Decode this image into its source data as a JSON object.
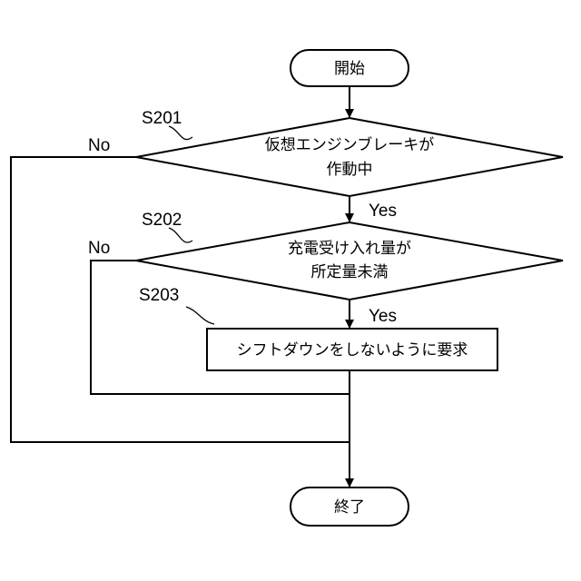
{
  "flowchart": {
    "start": {
      "label": "開始"
    },
    "end": {
      "label": "終了"
    },
    "decision1": {
      "step": "S201",
      "line1": "仮想エンジンブレーキが",
      "line2": "作動中",
      "yes": "Yes",
      "no": "No"
    },
    "decision2": {
      "step": "S202",
      "line1": "充電受け入れ量が",
      "line2": "所定量未満",
      "yes": "Yes",
      "no": "No"
    },
    "process1": {
      "step": "S203",
      "label": "シフトダウンをしないように要求"
    }
  }
}
